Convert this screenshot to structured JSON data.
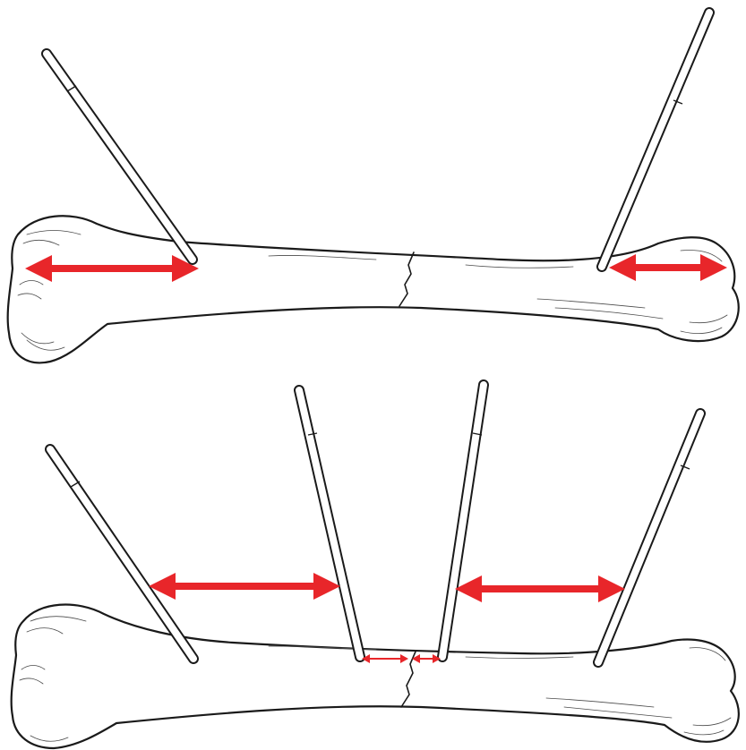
{
  "colors": {
    "arrow": "#e8262a",
    "outline": "#1a1a1a",
    "background": "#ffffff"
  },
  "panels": [
    {
      "name": "top-construct",
      "pins": 2,
      "arrows": [
        "working-length-proximal",
        "working-length-distal"
      ]
    },
    {
      "name": "bottom-construct",
      "pins": 4,
      "arrows": [
        "pin-spread-proximal",
        "near-fracture-left",
        "near-fracture-right",
        "pin-spread-distal"
      ]
    }
  ]
}
